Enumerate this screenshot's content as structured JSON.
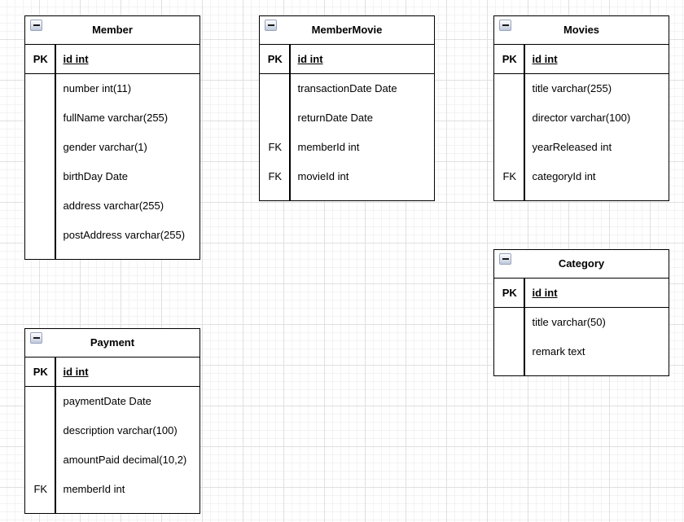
{
  "canvas": {
    "background_color": "#ffffff",
    "grid_minor_color": "#f3f3f3",
    "grid_major_color": "#e0e0e0",
    "shape_border_color": "#000000",
    "collapse_icon": "minus-icon"
  },
  "tables": [
    {
      "title": "Member",
      "pk_row": {
        "key": "PK",
        "value": "id int"
      },
      "rows": [
        {
          "key": "",
          "value": "number int(11)"
        },
        {
          "key": "",
          "value": "fullName varchar(255)"
        },
        {
          "key": "",
          "value": "gender varchar(1)"
        },
        {
          "key": "",
          "value": "birthDay Date"
        },
        {
          "key": "",
          "value": "address varchar(255)"
        },
        {
          "key": "",
          "value": "postAddress varchar(255)"
        }
      ]
    },
    {
      "title": "MemberMovie",
      "pk_row": {
        "key": "PK",
        "value": "id int"
      },
      "rows": [
        {
          "key": "",
          "value": "transactionDate Date"
        },
        {
          "key": "",
          "value": "returnDate Date"
        },
        {
          "key": "FK",
          "value": "memberId int"
        },
        {
          "key": "FK",
          "value": "movieId int"
        }
      ]
    },
    {
      "title": "Movies",
      "pk_row": {
        "key": "PK",
        "value": "id int"
      },
      "rows": [
        {
          "key": "",
          "value": "title varchar(255)"
        },
        {
          "key": "",
          "value": "director varchar(100)"
        },
        {
          "key": "",
          "value": "yearReleased int"
        },
        {
          "key": "FK",
          "value": "categoryId int"
        }
      ]
    },
    {
      "title": "Category",
      "pk_row": {
        "key": "PK",
        "value": "id int"
      },
      "rows": [
        {
          "key": "",
          "value": "title varchar(50)"
        },
        {
          "key": "",
          "value": "remark text"
        }
      ]
    },
    {
      "title": "Payment",
      "pk_row": {
        "key": "PK",
        "value": "id int"
      },
      "rows": [
        {
          "key": "",
          "value": "paymentDate Date"
        },
        {
          "key": "",
          "value": "description varchar(100)"
        },
        {
          "key": "",
          "value": "amountPaid decimal(10,2)"
        },
        {
          "key": "FK",
          "value": "memberId int"
        }
      ]
    }
  ]
}
